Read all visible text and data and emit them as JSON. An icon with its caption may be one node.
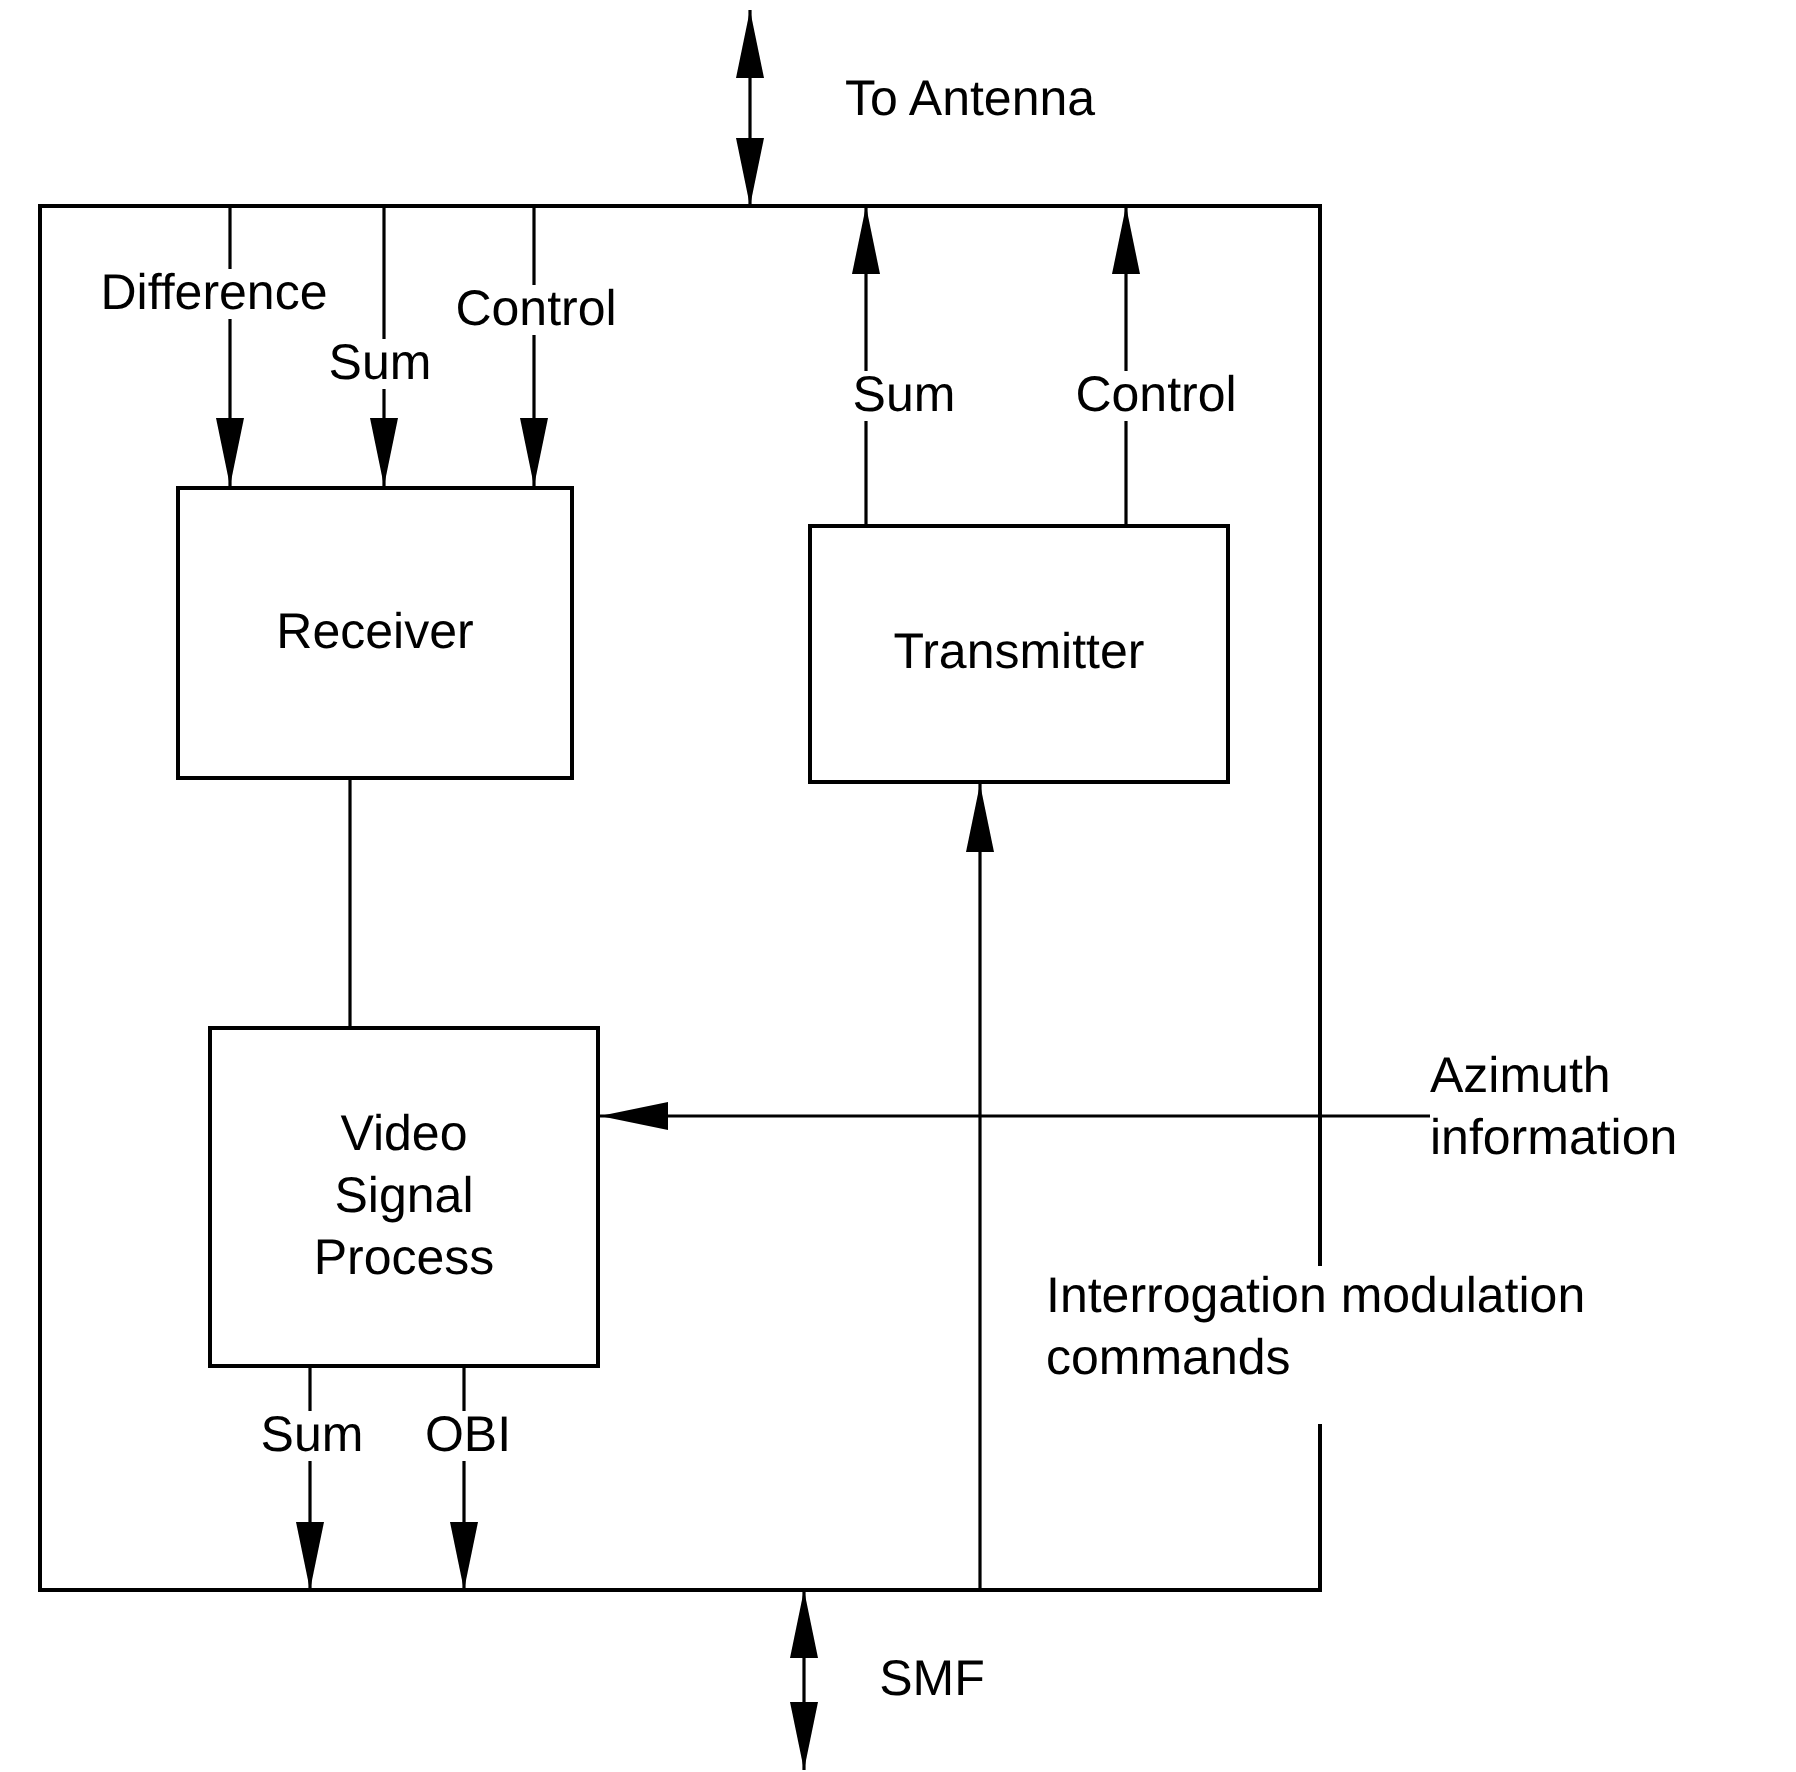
{
  "diagram": {
    "nodes": [
      {
        "text": [],
        "shape": "box"
      },
      {
        "text": [
          "Receiver"
        ],
        "in": 0
      },
      {
        "text": [
          "Transmitter"
        ],
        "in": 0
      },
      {
        "text": [
          "Video Signal Process"
        ],
        "in": 0
      },
      {
        "text": [
          "Azimuth information"
        ]
      }
    ],
    "edges": [
      {
        "from": null,
        "to": 0,
        "arrow": "both",
        "label": "To Antenna"
      },
      {
        "from": 0,
        "to": 1,
        "arrow": "to",
        "label": "Difference"
      },
      {
        "from": 0,
        "to": 1,
        "arrow": "to",
        "label": "Sum"
      },
      {
        "from": 0,
        "to": 1,
        "arrow": "to",
        "label": "Control"
      },
      {
        "from": 2,
        "to": 0,
        "arrow": "to",
        "label": "Sum"
      },
      {
        "from": 2,
        "to": 0,
        "arrow": "to",
        "label": "Control"
      },
      {
        "from": 1,
        "to": 3,
        "arrow": "none"
      },
      {
        "from": 4,
        "to": 3,
        "arrow": "to"
      },
      {
        "from": 0,
        "to": 2,
        "arrow": "to"
      },
      {
        "from": 3,
        "to": 0,
        "arrow": "to",
        "label": "Sum"
      },
      {
        "from": 3,
        "to": 0,
        "arrow": "to",
        "label": "OBI"
      },
      {
        "from": 0,
        "to": null,
        "arrow": "both",
        "label": "SMF"
      }
    ],
    "labels": [
      "Interrogation modulation commands"
    ]
  }
}
